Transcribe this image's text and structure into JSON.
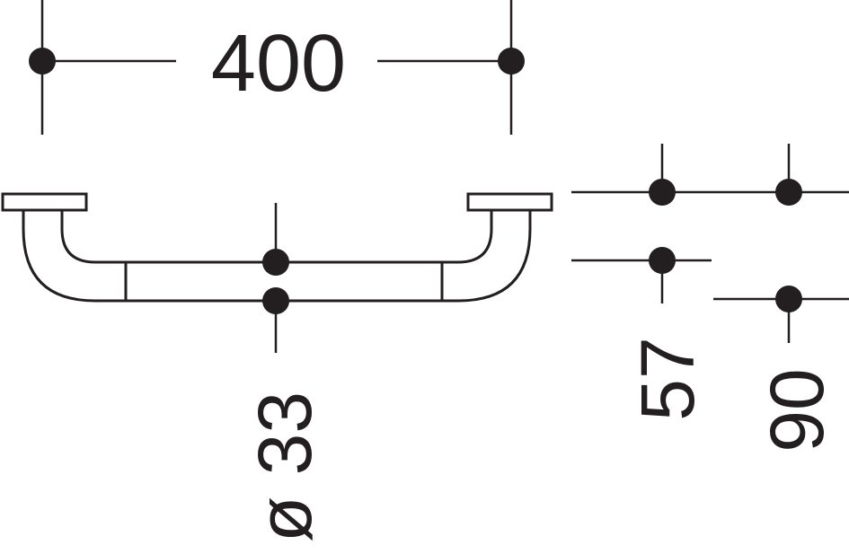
{
  "dimensions": {
    "length": "400",
    "diameter": "ø 33",
    "depth_inner": "57",
    "depth_outer": "90"
  },
  "colors": {
    "ink": "#231f20",
    "background": "#ffffff"
  }
}
